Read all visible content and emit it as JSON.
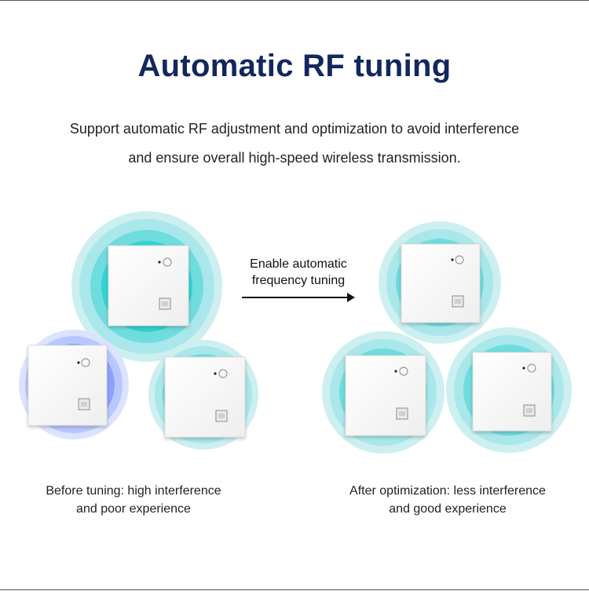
{
  "header": {
    "title": "Automatic RF tuning",
    "subtitle_line1": "Support automatic RF adjustment and optimization to avoid interference",
    "subtitle_line2": "and ensure overall high-speed wireless transmission."
  },
  "arrow": {
    "label_line1": "Enable automatic",
    "label_line2": "frequency tuning"
  },
  "captions": {
    "before_line1": "Before tuning: high interference",
    "before_line2": "and poor experience",
    "after_line1": "After optimization: less interference",
    "after_line2": "and good experience"
  },
  "colors": {
    "title": "#13275e",
    "signal_teal": "#2ed3d0",
    "signal_blue": "#3f63f0",
    "device_panel": "#f7f7f7"
  },
  "devices": {
    "before": [
      "teal",
      "blue",
      "teal"
    ],
    "after": [
      "teal",
      "teal",
      "teal"
    ]
  }
}
